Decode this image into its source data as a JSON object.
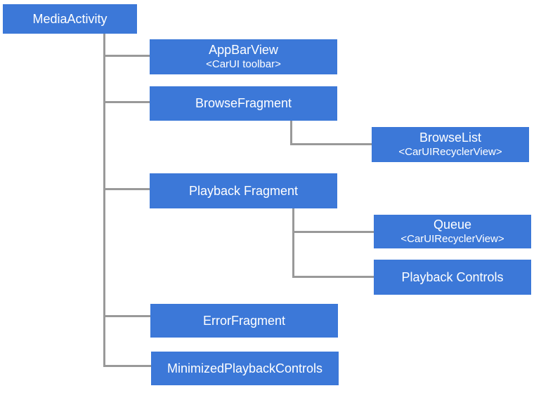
{
  "diagram": {
    "colors": {
      "box": "#3c78d8",
      "line": "#999999",
      "text": "#ffffff",
      "background": "#ffffff"
    },
    "nodes": {
      "media_activity": {
        "label": "MediaActivity"
      },
      "app_bar_view": {
        "label": "AppBarView",
        "sublabel": "<CarUI toolbar>"
      },
      "browse_fragment": {
        "label": "BrowseFragment"
      },
      "browse_list": {
        "label": "BrowseList",
        "sublabel": "<CarUIRecyclerView>"
      },
      "playback_fragment": {
        "label": "Playback Fragment"
      },
      "queue": {
        "label": "Queue",
        "sublabel": "<CarUIRecyclerView>"
      },
      "playback_controls": {
        "label": "Playback Controls"
      },
      "error_fragment": {
        "label": "ErrorFragment"
      },
      "minimized_playback_controls": {
        "label": "MinimizedPlaybackControls"
      }
    }
  }
}
